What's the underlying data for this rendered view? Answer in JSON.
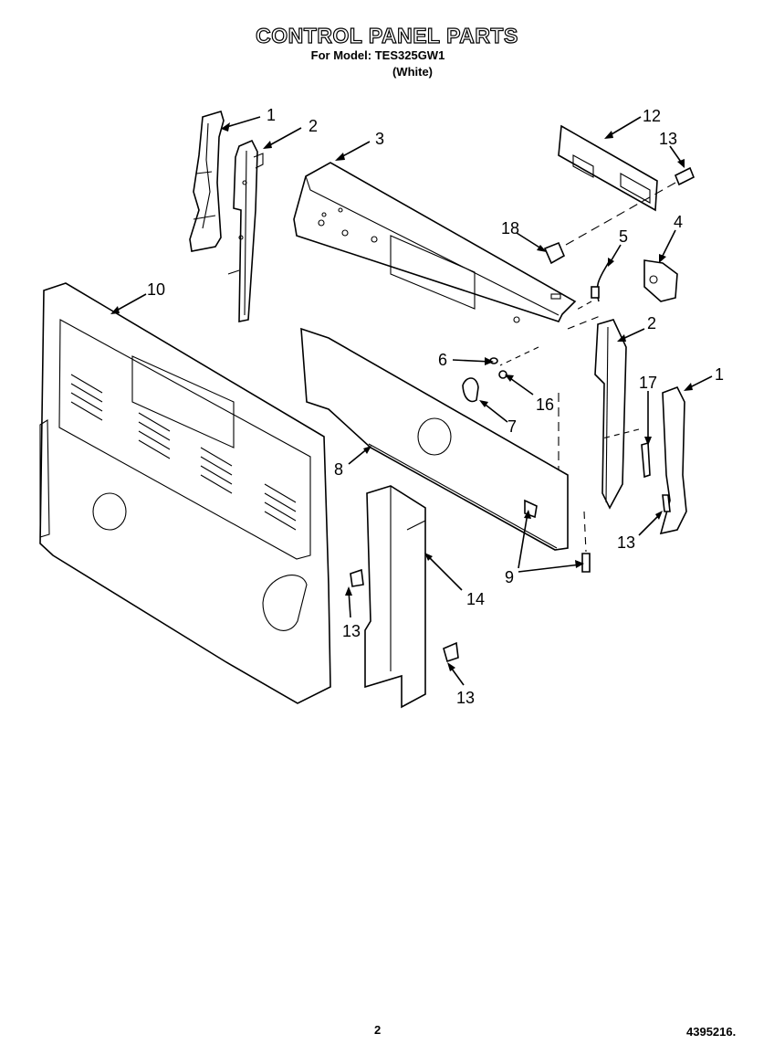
{
  "header": {
    "title": "CONTROL PANEL PARTS",
    "model_line": "For Model: TES325GW1",
    "color_line": "(White)"
  },
  "footer": {
    "page_number": "2",
    "document_number": "4395216."
  },
  "callouts": {
    "c1a": "1",
    "c2a": "2",
    "c3": "3",
    "c12": "12",
    "c13a": "13",
    "c18": "18",
    "c5": "5",
    "c4": "4",
    "c10": "10",
    "c2b": "2",
    "c6": "6",
    "c1b": "1",
    "c17": "17",
    "c16": "16",
    "c7": "7",
    "c8": "8",
    "c13b": "13",
    "c9": "9",
    "c14": "14",
    "c13c": "13",
    "c13d": "13"
  }
}
